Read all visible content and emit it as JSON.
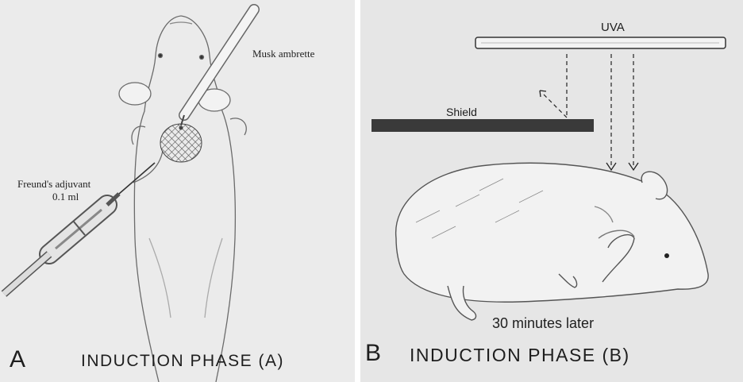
{
  "panel_a": {
    "letter": "A",
    "caption": "INDUCTION PHASE (A)",
    "labels": {
      "musk": "Musk ambrette",
      "adjuvant_name": "Freund's adjuvant",
      "adjuvant_volume": "0.1 ml"
    }
  },
  "panel_b": {
    "letter": "B",
    "caption": "INDUCTION PHASE (B)",
    "labels": {
      "uva": "UVA",
      "shield": "Shield",
      "time": "30 minutes later"
    }
  }
}
